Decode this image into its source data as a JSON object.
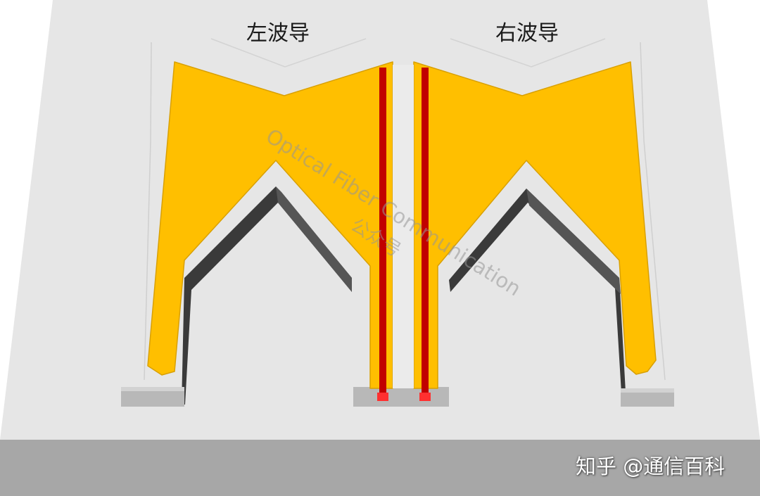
{
  "diagram": {
    "labels": {
      "left_waveguide": "左波导",
      "right_waveguide": "右波导"
    },
    "watermark": {
      "english": "Optical Fiber Communication",
      "chinese": "公众号"
    },
    "credit": "知乎 @通信百科",
    "colors": {
      "substrate_top": "#e6e6e6",
      "substrate_front": "#a7a7a7",
      "trench_shadow": "#3a3a3a",
      "electrode": "#ffbf00",
      "waveguide_core": "#c10000",
      "facet_spot": "#ff3030"
    }
  }
}
